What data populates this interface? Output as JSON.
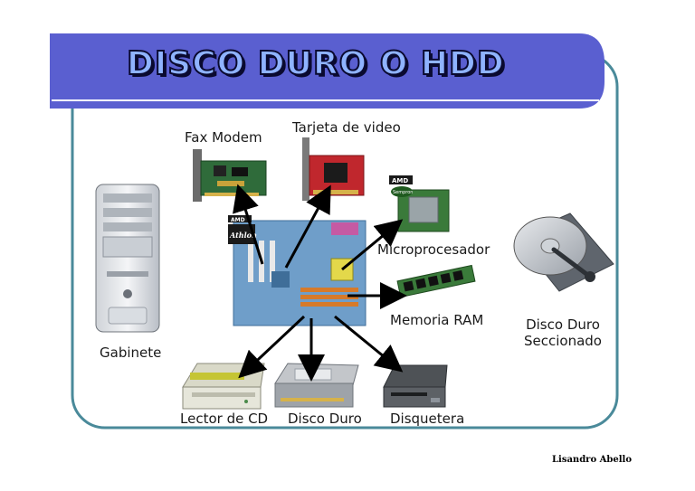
{
  "title": "DISCO DURO O HDD",
  "author": "Lisandro Abello",
  "labels": {
    "fax_modem": "Fax Modem",
    "video_card": "Tarjeta de video",
    "microprocessor": "Microprocesador",
    "ram": "Memoria RAM",
    "cabinet": "Gabinete",
    "cd_reader": "Lector de CD",
    "hard_disk": "Disco Duro",
    "floppy": "Disquetera",
    "sectioned_disk_line1": "Disco Duro",
    "sectioned_disk_line2": "Seccionado"
  },
  "cpu_brand": "AMD",
  "cpu_model": "Sempron",
  "board_cpu_brand": "AMD",
  "board_cpu_model": "Athlon",
  "colors": {
    "title_band": "#5a5fd0",
    "frame": "#4a8a9a",
    "title_text": "#8fb3ff",
    "arrow": "#000000"
  }
}
